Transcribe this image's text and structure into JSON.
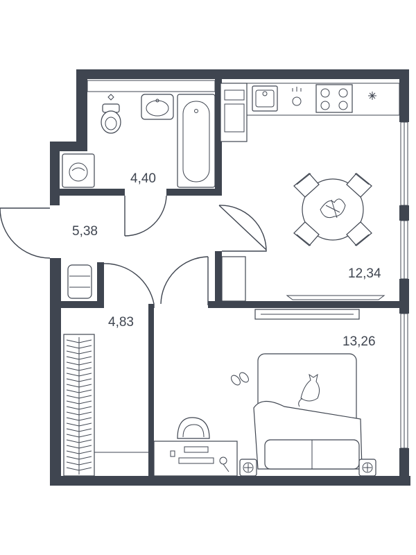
{
  "rooms": [
    {
      "id": "bathroom",
      "area": "4,40"
    },
    {
      "id": "hallway",
      "area": "5,38"
    },
    {
      "id": "kitchen-living",
      "area": "12,34"
    },
    {
      "id": "wardrobe-hall",
      "area": "4,83"
    },
    {
      "id": "bedroom",
      "area": "13,26"
    }
  ],
  "colors": {
    "wall": "#3f4550",
    "background": "#ffffff"
  }
}
